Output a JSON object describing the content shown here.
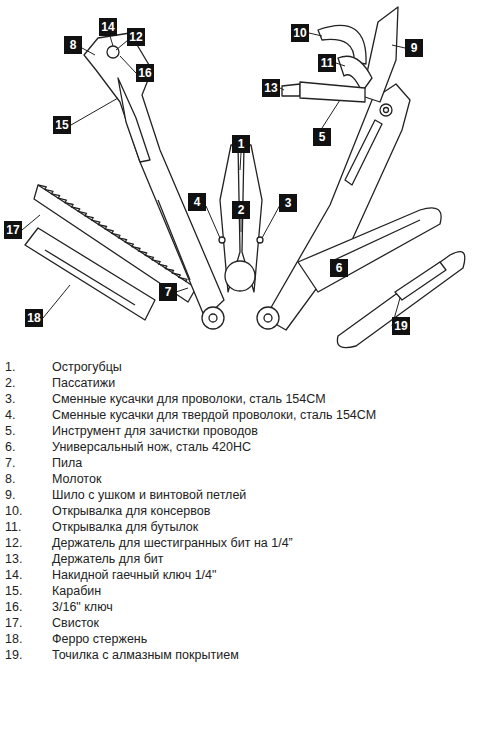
{
  "diagram": {
    "nodes": [
      {
        "text": [
          "1"
        ]
      },
      {
        "text": [
          "2"
        ]
      },
      {
        "text": [
          "3"
        ]
      },
      {
        "text": [
          "4"
        ]
      },
      {
        "text": [
          "5"
        ]
      },
      {
        "text": [
          "6"
        ]
      },
      {
        "text": [
          "7"
        ]
      },
      {
        "text": [
          "8"
        ]
      },
      {
        "text": [
          "9"
        ]
      },
      {
        "text": [
          "10"
        ]
      },
      {
        "text": [
          "11"
        ]
      },
      {
        "text": [
          "12"
        ]
      },
      {
        "text": [
          "13"
        ]
      },
      {
        "text": [
          "14"
        ]
      },
      {
        "text": [
          "15"
        ]
      },
      {
        "text": [
          "16"
        ]
      },
      {
        "text": [
          "17"
        ]
      },
      {
        "text": [
          "18"
        ]
      },
      {
        "text": [
          "19"
        ]
      }
    ],
    "labels": [
      "1.",
      "Острогубцы",
      "2.",
      "Пассатижи",
      "3.",
      "Сменные кусачки для проволоки, сталь 154CM",
      "4.",
      "Сменные кусачки для твердой проволоки, сталь 154CM",
      "5.",
      "Инструмент для зачистки проводов",
      "6.",
      "Универсальный нож, сталь 420HC",
      "7.",
      "Пила",
      "8.",
      "Молоток",
      "9.",
      "Шило с ушком и винтовой петлей",
      "10.",
      "Открывалка для консервов",
      "11.",
      "Открывалка для бутылок",
      "12.",
      "Держатель для шестигранных бит на 1/4”",
      "13.",
      "Держатель для бит",
      "14.",
      "Накидной гаечный ключ 1/4\"",
      "15.",
      "Карабин",
      "16.",
      "3/16\" ключ",
      "17.",
      "Свисток",
      "18.",
      "Ферро стержень",
      "19.",
      "Точилка с алмазным покрытием"
    ]
  }
}
